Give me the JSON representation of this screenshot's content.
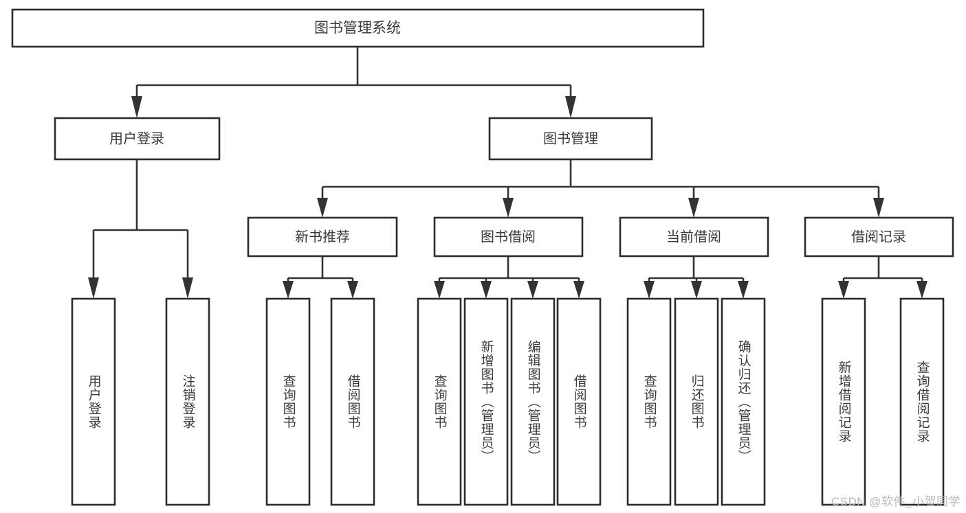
{
  "diagram": {
    "title": "图书管理系统",
    "type": "tree",
    "root": {
      "label": "图书管理系统",
      "orientation": "horizontal"
    },
    "level2": [
      {
        "label": "用户登录",
        "orientation": "horizontal"
      },
      {
        "label": "图书管理",
        "orientation": "horizontal"
      }
    ],
    "level3": [
      {
        "label": "新书推荐",
        "orientation": "horizontal",
        "parent": "图书管理"
      },
      {
        "label": "图书借阅",
        "orientation": "horizontal",
        "parent": "图书管理"
      },
      {
        "label": "当前借阅",
        "orientation": "horizontal",
        "parent": "图书管理"
      },
      {
        "label": "借阅记录",
        "orientation": "horizontal",
        "parent": "图书管理"
      }
    ],
    "leaves": {
      "user_login": [
        {
          "label": "用户登录",
          "orientation": "vertical"
        },
        {
          "label": "注销登录",
          "orientation": "vertical"
        }
      ],
      "new_book": [
        {
          "label": "查询图书",
          "orientation": "vertical"
        },
        {
          "label": "借阅图书",
          "orientation": "vertical"
        }
      ],
      "book_borrow": [
        {
          "label": "查询图书",
          "orientation": "vertical"
        },
        {
          "label": "新增图书（管理员）",
          "orientation": "vertical"
        },
        {
          "label": "编辑图书（管理员）",
          "orientation": "vertical"
        },
        {
          "label": "借阅图书",
          "orientation": "vertical"
        }
      ],
      "current_borrow": [
        {
          "label": "查询图书",
          "orientation": "vertical"
        },
        {
          "label": "归还图书",
          "orientation": "vertical"
        },
        {
          "label": "确认归还（管理员）",
          "orientation": "vertical"
        }
      ],
      "borrow_record": [
        {
          "label": "新增借阅记录",
          "orientation": "vertical"
        },
        {
          "label": "查询借阅记录",
          "orientation": "vertical"
        }
      ]
    }
  },
  "watermark": {
    "text": "CSDN @软件_小贺同学"
  },
  "colors": {
    "box_stroke": "#2b2b2b",
    "connector": "#333333",
    "text": "#3a3a3a",
    "background": "#ffffff",
    "watermark": "#b9b9b9"
  }
}
